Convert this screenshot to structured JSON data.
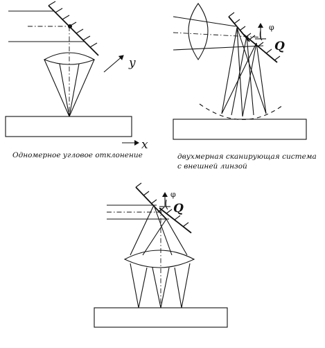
{
  "figure_a": {
    "caption": "Одномерное угловое отклонение",
    "axis_x": "x",
    "axis_y": "y"
  },
  "figure_b": {
    "caption_line1": "двухмерная сканирующая система",
    "caption_line2": "с внешней линзой",
    "angle_label": "φ",
    "mirror_label": "Q"
  },
  "figure_c": {
    "angle_label": "φ",
    "mirror_label": "Q"
  }
}
